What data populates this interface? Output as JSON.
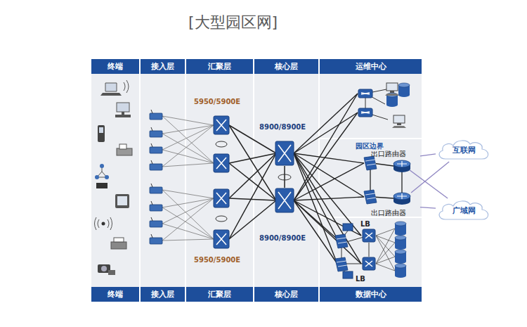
{
  "diagram": {
    "title": "[大型园区网]",
    "nodes": [
      {
        "text": [
          "终端"
        ]
      },
      {
        "text": [
          "接入层"
        ]
      },
      {
        "text": [
          "汇聚层"
        ]
      },
      {
        "text": [
          "核心层"
        ]
      },
      {
        "text": [
          "运维中心"
        ]
      },
      {
        "text": [
          "出口路由器"
        ]
      },
      {
        "text": [
          "出口路由器"
        ]
      },
      {
        "text": [
          "互联网"
        ]
      },
      {
        "text": [
          "广域网"
        ]
      },
      {
        "text": [
          "终端"
        ]
      },
      {
        "text": [
          "接入层"
        ]
      },
      {
        "text": [
          "汇聚层"
        ]
      },
      {
        "text": [
          "核心层"
        ]
      },
      {
        "text": [
          "数据中心"
        ]
      }
    ],
    "edges": [
      {
        "from": 5,
        "to": 7,
        "arrow": "none"
      },
      {
        "from": 5,
        "to": 8,
        "arrow": "none"
      },
      {
        "from": 6,
        "to": 7,
        "arrow": "none"
      },
      {
        "from": 6,
        "to": 8,
        "arrow": "none"
      }
    ],
    "labels": [
      "5950/5900E",
      "8900/8900E",
      "园区边界",
      "LB",
      "8900/8900E",
      "LB",
      "5950/5900E"
    ]
  }
}
